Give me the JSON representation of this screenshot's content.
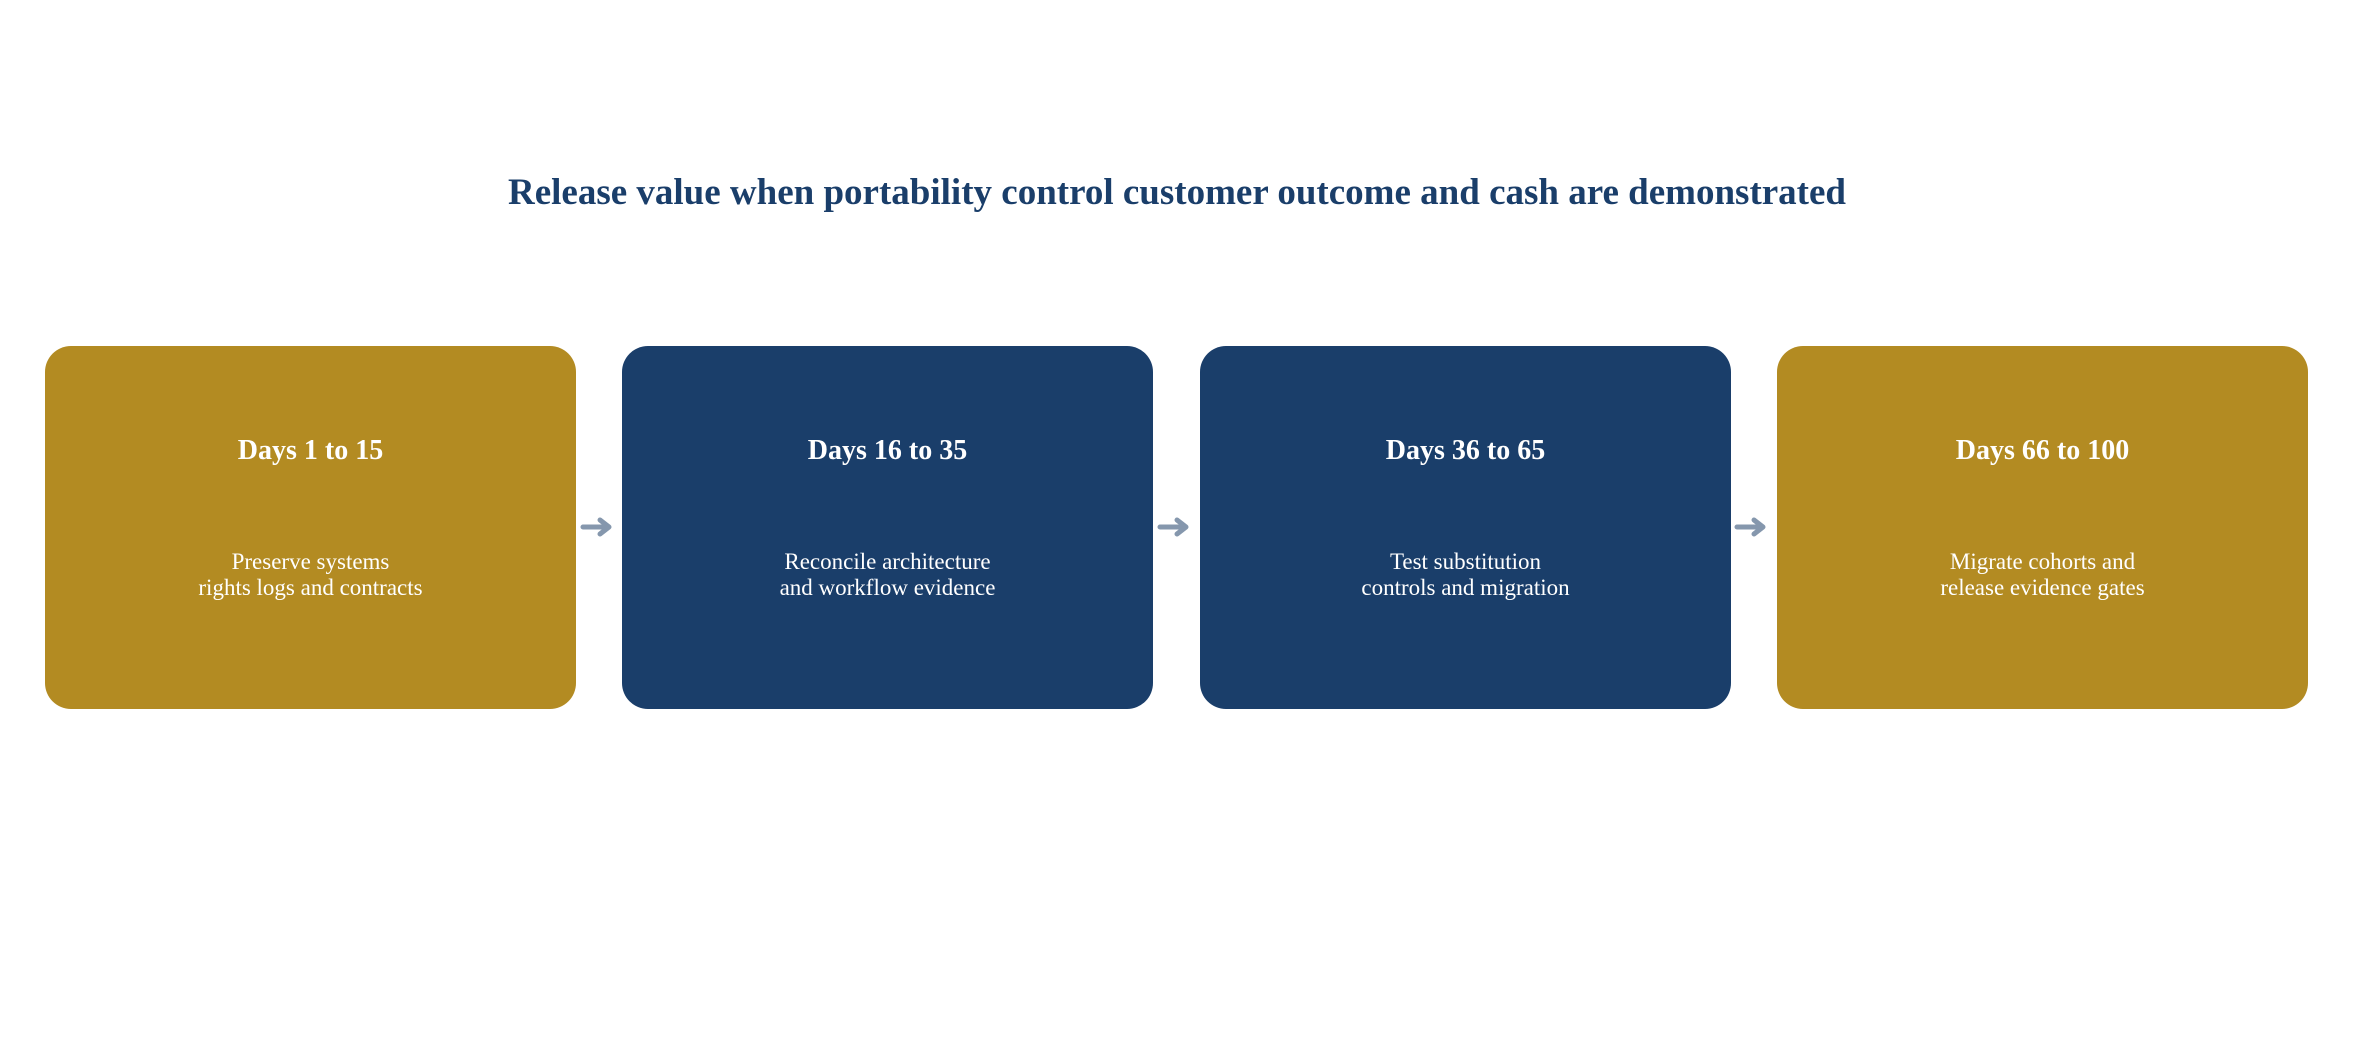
{
  "title": "Release value when portability control customer outcome and cash are demonstrated",
  "colors": {
    "navy": "#1a3e6a",
    "gold": "#b38b22",
    "arrow": "#8597ad",
    "text_light": "#ffffff"
  },
  "phases": [
    {
      "heading": "Days 1 to 15",
      "lines": [
        "Preserve systems",
        "rights logs and contracts"
      ],
      "color": "#b38b22"
    },
    {
      "heading": "Days 16 to 35",
      "lines": [
        "Reconcile architecture",
        "and workflow evidence"
      ],
      "color": "#1a3e6a"
    },
    {
      "heading": "Days 36 to 65",
      "lines": [
        "Test substitution",
        "controls and migration"
      ],
      "color": "#1a3e6a"
    },
    {
      "heading": "Days 66 to 100",
      "lines": [
        "Migrate cohorts and",
        "release evidence gates"
      ],
      "color": "#b38b22"
    }
  ],
  "connector_icon": "right-arrow-icon"
}
